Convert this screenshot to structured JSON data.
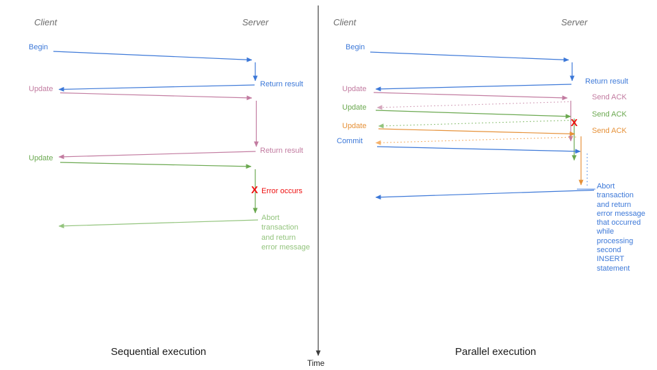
{
  "colors": {
    "blue": "#3c78d8",
    "light_blue": "#6d9eeb",
    "pink": "#c27ba0",
    "light_pink": "#d5a6bd",
    "green": "#6aa84f",
    "light_green": "#93c47d",
    "orange": "#e69138",
    "light_orange": "#f6b26b",
    "red": "#ee0e0e",
    "axis": "#3d3d3d",
    "heading": "#6b6b6b",
    "caption": "#1a1a1a"
  },
  "time_axis": {
    "label": "Time"
  },
  "captions": {
    "left": "Sequential execution",
    "right": "Parallel execution"
  },
  "left_panel": {
    "client_title": "Client",
    "server_title": "Server",
    "labels": {
      "begin": "Begin",
      "return_result_1": "Return result",
      "update_1": "Update",
      "return_result_2": "Return result",
      "update_2": "Update",
      "error_mark": "X",
      "error_occurs": "Error occurs",
      "abort": "Abort\ntransaction\nand return\nerror message"
    }
  },
  "right_panel": {
    "client_title": "Client",
    "server_title": "Server",
    "labels": {
      "begin": "Begin",
      "return_result": "Return result",
      "update_1": "Update",
      "send_ack_1": "Send ACK",
      "update_2": "Update",
      "send_ack_2": "Send ACK",
      "update_3": "Update",
      "send_ack_3": "Send ACK",
      "commit": "Commit",
      "error_mark": "X",
      "abort": "Abort\ntransaction\nand return\nerror message\nthat occurred\nwhile\nprocessing\nsecond\nINSERT\nstatement"
    }
  }
}
